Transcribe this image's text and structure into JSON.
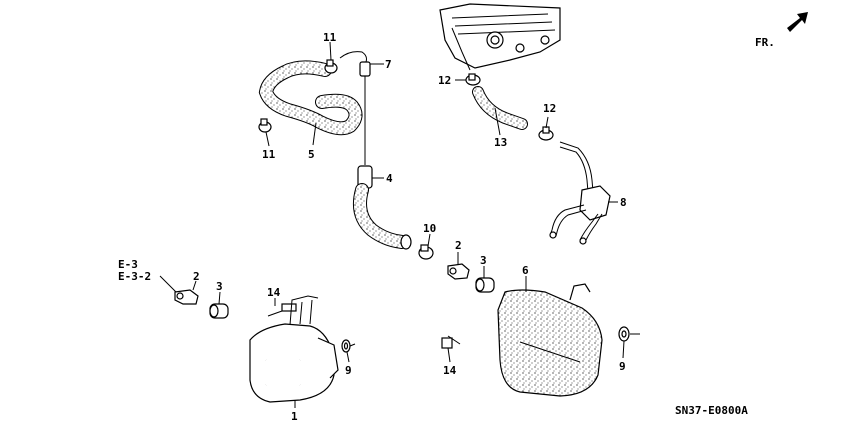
{
  "diagram": {
    "code": "SN37-E0800A",
    "front_marker": "FR.",
    "section_refs": [
      "E-3",
      "E-3-2"
    ],
    "callouts": {
      "c1": "1",
      "c2a": "2",
      "c2b": "2",
      "c3a": "3",
      "c3b": "3",
      "c4": "4",
      "c5": "5",
      "c6": "6",
      "c7": "7",
      "c8": "8",
      "c9a": "9",
      "c9b": "9",
      "c10": "10",
      "c11a": "11",
      "c11b": "11",
      "c12a": "12",
      "c12b": "12",
      "c13": "13",
      "c14a": "14",
      "c14b": "14"
    }
  }
}
